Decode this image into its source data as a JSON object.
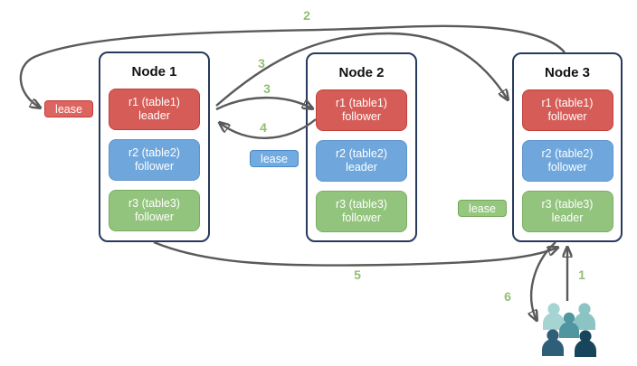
{
  "diagram": {
    "nodes": [
      {
        "title": "Node 1",
        "replicas": [
          {
            "name": "r1 (table1)",
            "role": "leader"
          },
          {
            "name": "r2 (table2)",
            "role": "follower"
          },
          {
            "name": "r3 (table3)",
            "role": "follower"
          }
        ]
      },
      {
        "title": "Node 2",
        "replicas": [
          {
            "name": "r1 (table1)",
            "role": "follower"
          },
          {
            "name": "r2 (table2)",
            "role": "leader"
          },
          {
            "name": "r3 (table3)",
            "role": "follower"
          }
        ]
      },
      {
        "title": "Node 3",
        "replicas": [
          {
            "name": "r1 (table1)",
            "role": "follower"
          },
          {
            "name": "r2 (table2)",
            "role": "follower"
          },
          {
            "name": "r3 (table3)",
            "role": "leader"
          }
        ]
      }
    ],
    "leases": [
      {
        "label": "lease",
        "color": "#dd6560"
      },
      {
        "label": "lease",
        "color": "#71abdf"
      },
      {
        "label": "lease",
        "color": "#95c77e"
      }
    ],
    "steps": {
      "s1": "1",
      "s2": "2",
      "s3a": "3",
      "s3b": "3",
      "s4": "4",
      "s5": "5",
      "s6": "6"
    },
    "colors": {
      "replica_red": "#d65c57",
      "replica_blue": "#6fa7dc",
      "replica_green": "#93c47d",
      "node_border": "#28395e",
      "arrow": "#5a5a5a",
      "step_label": "#8fbf72",
      "clients_light_teal": "#a6d4d3",
      "clients_teal": "#8cc4c6",
      "clients_mid_teal": "#4f96a1",
      "clients_dark_slate": "#2f5e78",
      "clients_navy": "#17455c"
    },
    "icons": [
      {
        "name": "clients-group-icon",
        "meaning": "group of client users"
      }
    ]
  }
}
